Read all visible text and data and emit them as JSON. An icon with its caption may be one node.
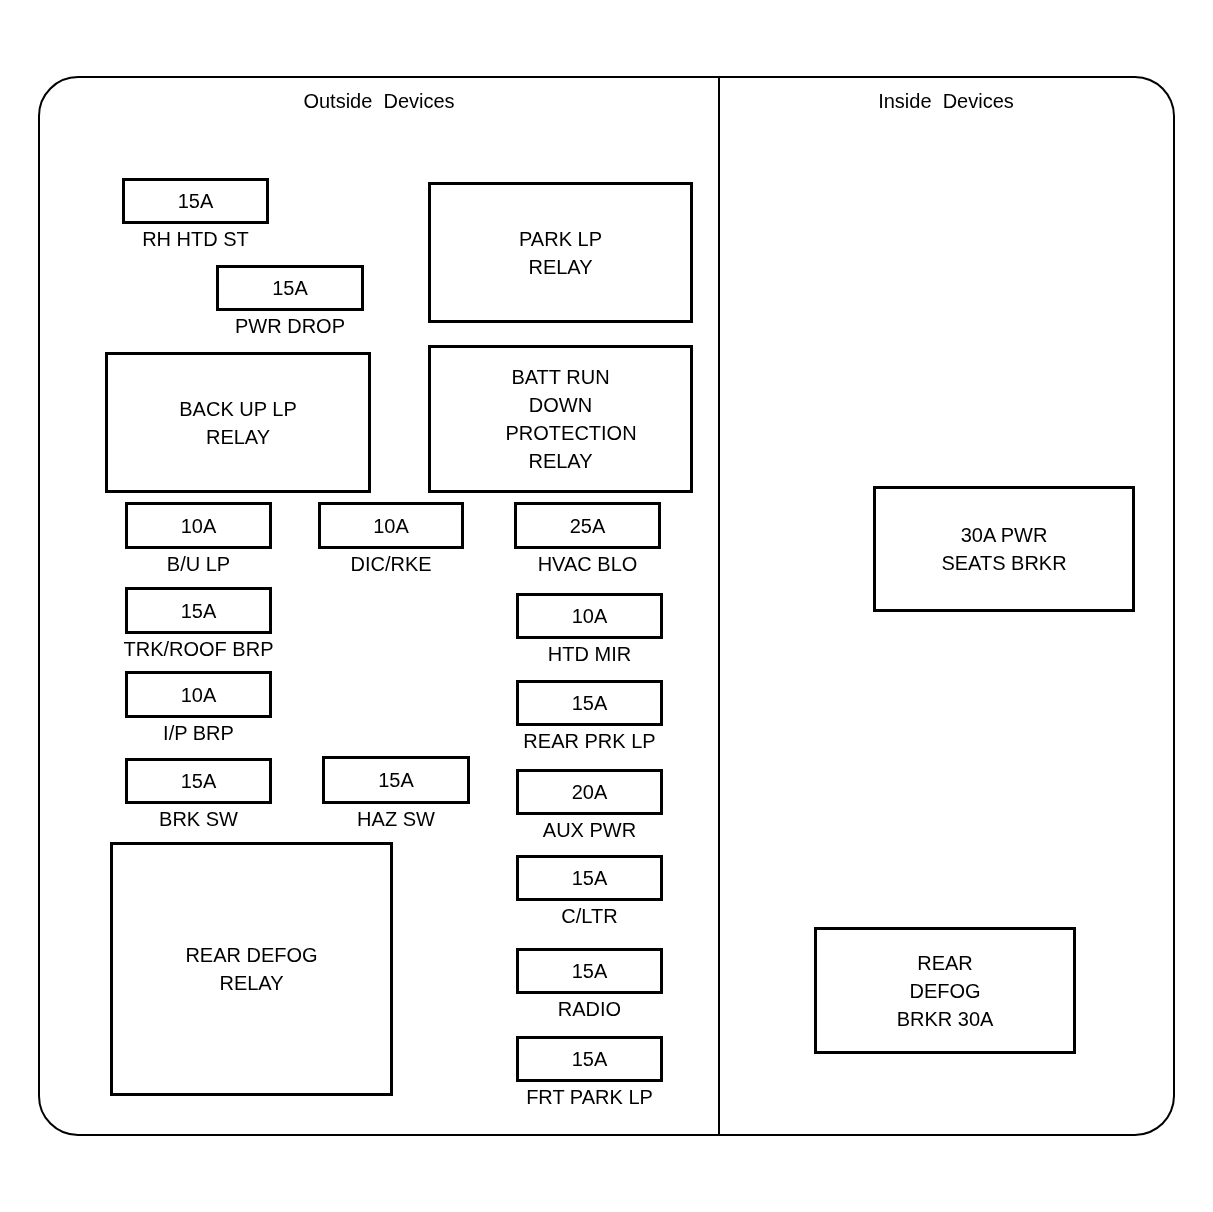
{
  "diagram": {
    "nodes": [
      {
        "text": [
          "Outside  Devices"
        ]
      },
      {
        "text": [
          "Inside  Devices"
        ]
      },
      {
        "text": [
          "15A"
        ],
        "beside": [
          "RH HTD ST"
        ],
        "in": 0
      },
      {
        "text": [
          "PARK LP RELAY"
        ],
        "in": 0
      },
      {
        "text": [
          "15A"
        ],
        "beside": [
          "PWR DROP"
        ],
        "in": 0
      },
      {
        "text": [
          "BACK UP LP RELAY"
        ],
        "in": 0
      },
      {
        "text": [
          "BATT RUN DOWN PROTECTION RELAY"
        ],
        "in": 0
      },
      {
        "text": [
          "10A"
        ],
        "beside": [
          "B/U LP"
        ],
        "in": 0
      },
      {
        "text": [
          "10A"
        ],
        "beside": [
          "DIC/RKE"
        ],
        "in": 0
      },
      {
        "text": [
          "25A"
        ],
        "beside": [
          "HVAC BLO"
        ],
        "in": 0
      },
      {
        "text": [
          "15A"
        ],
        "beside": [
          "TRK/ROOF BRP"
        ],
        "in": 0
      },
      {
        "text": [
          "10A"
        ],
        "beside": [
          "HTD MIR"
        ],
        "in": 0
      },
      {
        "text": [
          "10A"
        ],
        "beside": [
          "I/P BRP"
        ],
        "in": 0
      },
      {
        "text": [
          "15A"
        ],
        "beside": [
          "REAR PRK LP"
        ],
        "in": 0
      },
      {
        "text": [
          "15A"
        ],
        "beside": [
          "BRK SW"
        ],
        "in": 0
      },
      {
        "text": [
          "15A"
        ],
        "beside": [
          "HAZ SW"
        ],
        "in": 0
      },
      {
        "text": [
          "20A"
        ],
        "beside": [
          "AUX PWR"
        ],
        "in": 0
      },
      {
        "text": [
          "REAR DEFOG RELAY"
        ],
        "in": 0
      },
      {
        "text": [
          "15A"
        ],
        "beside": [
          "C/LTR"
        ],
        "in": 0
      },
      {
        "text": [
          "15A"
        ],
        "beside": [
          "RADIO"
        ],
        "in": 0
      },
      {
        "text": [
          "15A"
        ],
        "beside": [
          "FRT PARK LP"
        ],
        "in": 0
      },
      {
        "text": [
          "30A PWR SEATS BRKR"
        ],
        "in": 1
      },
      {
        "text": [
          "REAR DEFOG BRKR 30A"
        ],
        "in": 1
      }
    ]
  }
}
